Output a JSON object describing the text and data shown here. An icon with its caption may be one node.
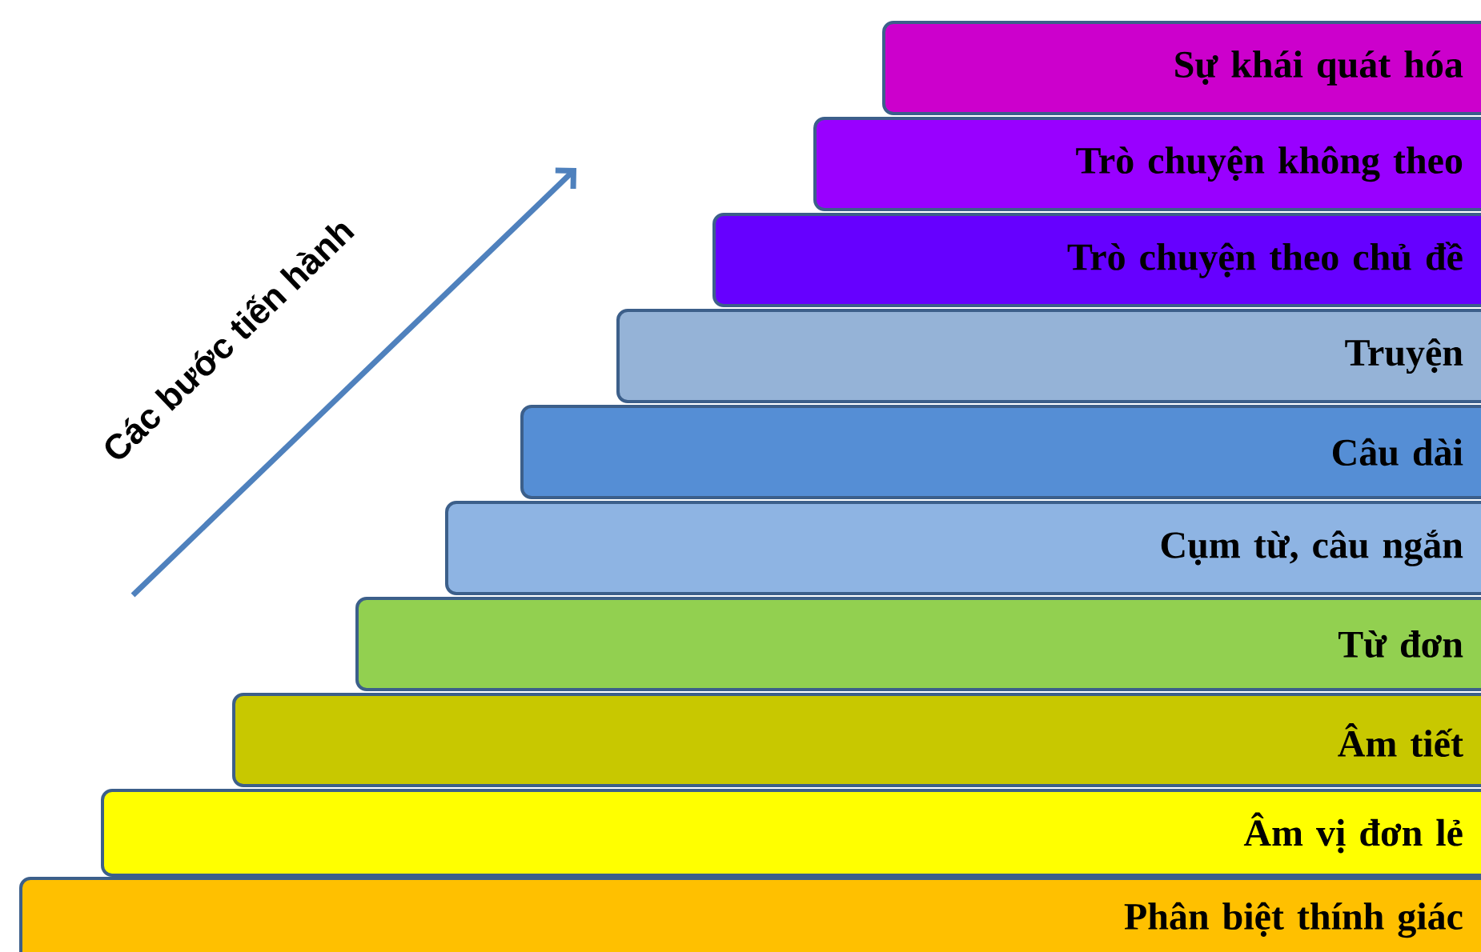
{
  "diagram": {
    "nodes": [
      {
        "text": [
          "Sự khái quát hóa"
        ]
      },
      {
        "text": [
          "Trò chuyện không theo"
        ]
      },
      {
        "text": [
          "Trò chuyện theo chủ đề"
        ]
      },
      {
        "text": [
          "Truyện"
        ]
      },
      {
        "text": [
          "Câu dài"
        ]
      },
      {
        "text": [
          "Cụm từ, câu ngắn"
        ]
      },
      {
        "text": [
          "Từ đơn"
        ]
      },
      {
        "text": [
          "Âm tiết"
        ]
      },
      {
        "text": [
          "Âm vị đơn lẻ"
        ]
      },
      {
        "text": [
          "Phân biệt thính giác"
        ]
      }
    ],
    "labels": [
      "Các bước tiến hành"
    ]
  }
}
